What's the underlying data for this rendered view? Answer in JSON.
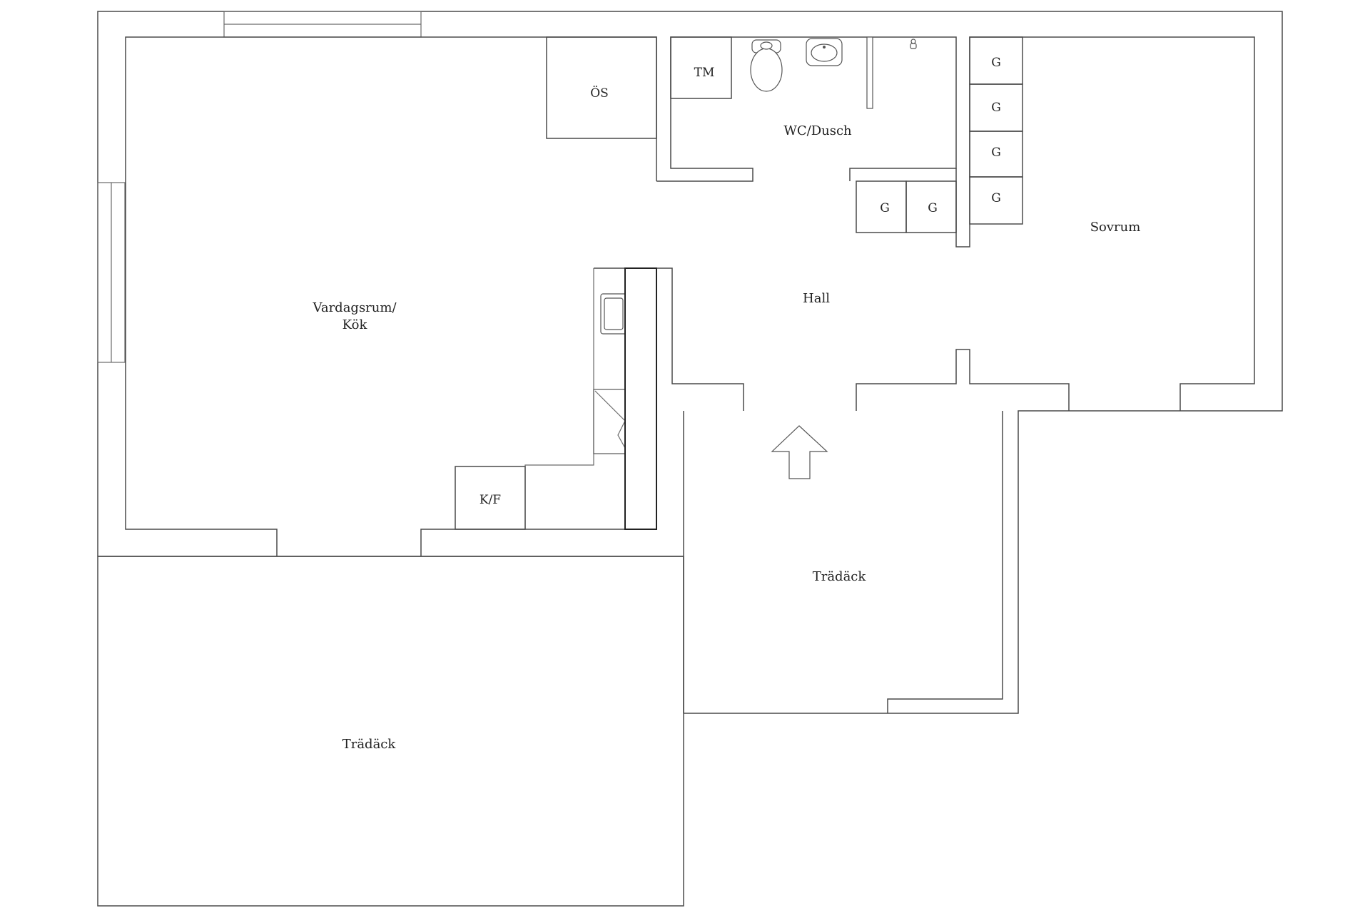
{
  "rooms": {
    "living_kitchen_line1": "Vardagsrum/",
    "living_kitchen_line2": "Kök",
    "wc_shower": "WC/Dusch",
    "hall": "Hall",
    "bedroom": "Sovrum",
    "deck_front": "Trädäck",
    "deck_main": "Trädäck"
  },
  "fixtures": {
    "os": "ÖS",
    "tm": "TM",
    "kf": "K/F",
    "wardrobe": "G"
  }
}
